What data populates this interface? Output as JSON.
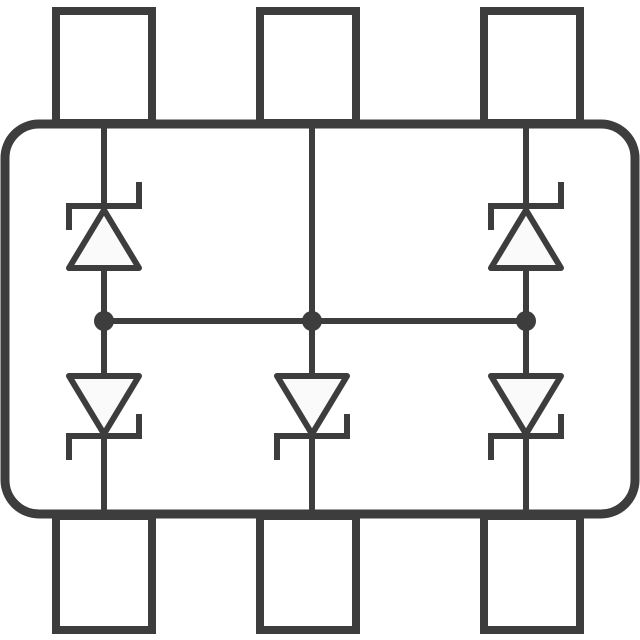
{
  "diagram": {
    "title": "",
    "stroke_color": "#3d3d3d",
    "fill_color": "#ffffff",
    "triangle_fill": "#fafafa",
    "components": [
      {
        "name": "tvs-diode-top-left",
        "type": "zener-diode"
      },
      {
        "name": "tvs-diode-top-right",
        "type": "zener-diode"
      },
      {
        "name": "tvs-diode-bottom-left",
        "type": "zener-diode"
      },
      {
        "name": "tvs-diode-bottom-middle",
        "type": "zener-diode"
      },
      {
        "name": "tvs-diode-bottom-right",
        "type": "zener-diode"
      }
    ],
    "pins": 6
  }
}
